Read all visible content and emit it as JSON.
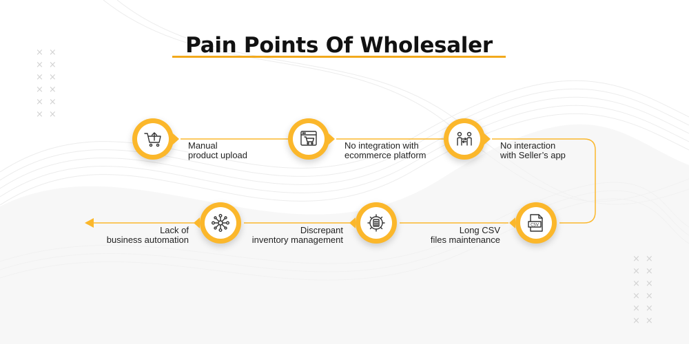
{
  "title": "Pain Points Of Wholesaler",
  "colors": {
    "accent": "#fbb72b",
    "text": "#222222",
    "title": "#111111"
  },
  "steps": [
    {
      "icon": "cart-upload-icon",
      "lines": [
        "Manual",
        "product upload"
      ]
    },
    {
      "icon": "browser-cart-icon",
      "lines": [
        "No integration with",
        "ecommerce platform"
      ]
    },
    {
      "icon": "people-exchange-icon",
      "lines": [
        "No interaction",
        "with Seller’s app"
      ]
    },
    {
      "icon": "csv-file-icon",
      "lines": [
        "Long CSV",
        "files maintenance"
      ]
    },
    {
      "icon": "inventory-gear-icon",
      "lines": [
        "Discrepant",
        "inventory management"
      ]
    },
    {
      "icon": "automation-network-icon",
      "lines": [
        "Lack of",
        "business automation"
      ]
    }
  ]
}
